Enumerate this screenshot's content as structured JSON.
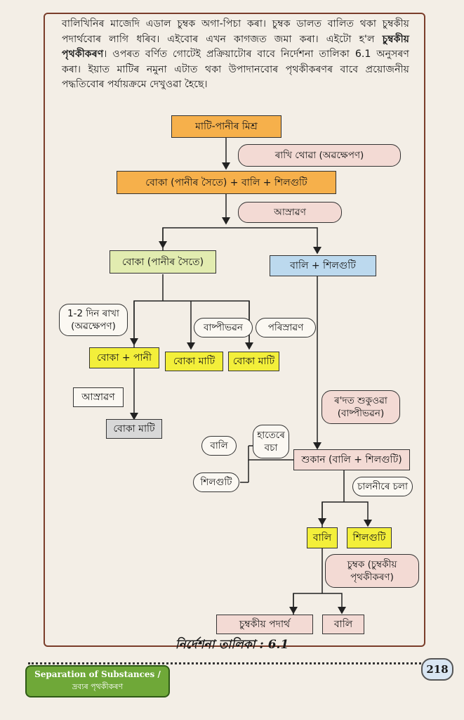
{
  "intro": {
    "part1": "বালিখিনিৰ মাজেদি এডাল চুম্বক অগা-পিচা কৰা। চুম্বক ডালত বালিত থকা চুম্বকীয় পদাৰ্থবোৰ লাগি ধৰিব। এইবোৰ এখন কাগজত জমা কৰা। এইটো হ'ল ",
    "bold": "চুম্বকীয় পৃথকীকৰণ",
    "part2": "। ওপৰত বৰ্ণিত গোটেই প্ৰক্ৰিয়াটোৰ বাবে নিৰ্দেশনা তালিকা 6.1 অনুসৰণ কৰা। ইয়াত মাটিৰ নমুনা এটাত থকা উপাদানবোৰ পৃথকীকৰণৰ বাবে প্ৰয়োজনীয় পদ্ধতিবোৰ পৰ্যায়ক্ৰমে দেখুওৱা হৈছে।"
  },
  "flow": {
    "mixture": "মাটি-পানীৰ মিশ্ৰ",
    "sedimentation1": "ৰাখি থোৱা (অৱক্ষেপণ)",
    "mud_sand_pebble": "বোকা (পানীৰ সৈতে) + বালি + শিলগুটি",
    "decantation1": "আস্ৰাৱণ",
    "mud_water": "বোকা (পানীৰ সৈতে)",
    "sand_pebble": "বালি + শিলগুটি",
    "keep_days": "1-2 দিন ৰাখা (অৱক্ষেপণ)",
    "evaporation": "বাষ্পীভৱন",
    "filtration": "পৰিস্ৰাৱণ",
    "mud_plus_water": "বোকা + পানী",
    "mud_soil1": "বোকা মাটি",
    "mud_soil2": "বোকা মাটি",
    "decantation2": "আস্ৰাৱণ",
    "mud_soil3": "বোকা মাটি",
    "sun_dry": "ৰ'দত শুকুওৱা (বাষ্পীভৱন)",
    "handpick": "হাতেৰে বচা",
    "sand_left": "বালি",
    "dry_sand_pebble": "শুকান (বালি + শিলগুটি)",
    "pebble_left": "শিলগুটি",
    "sieving": "চালনীৰে চলা",
    "sand": "বালি",
    "pebble": "শিলগুটি",
    "magnet": "চুম্বক (চুম্বকীয় পৃথকীকৰণ)",
    "magnetic": "চুম্বকীয় পদাৰ্থ",
    "sand_final": "বালি"
  },
  "caption": "নিৰ্দেশনা তালিকা : 6.1",
  "footer": {
    "title_en": "Separation of Substances /",
    "title_as": "দ্ৰব্যৰ পৃথকীকৰণ",
    "page": "218"
  },
  "colors": {
    "frame": "#7a3d2a",
    "orange": "#f6b04b",
    "green": "#e2ecb0",
    "blue": "#bcd9ee",
    "yellow": "#f3ef3a",
    "pink": "#f3dad4",
    "footer_green": "#6fa838"
  }
}
